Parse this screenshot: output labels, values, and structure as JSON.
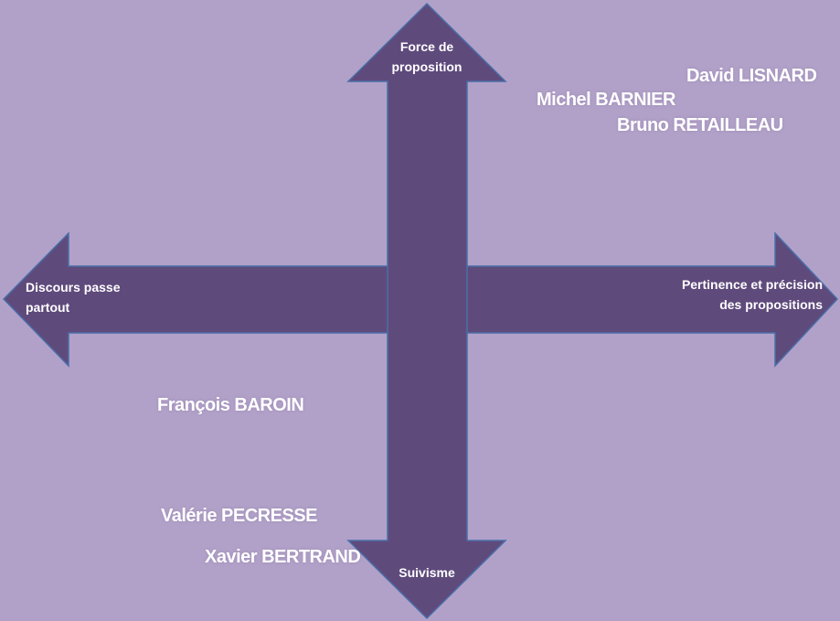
{
  "colors": {
    "background": "#b1a1c8",
    "arrow_fill": "#5f4a7c",
    "arrow_stroke": "#4a6ea8",
    "text": "#ffffff"
  },
  "axes": {
    "top": "Force de\nproposition",
    "bottom": "Suivisme",
    "left": "Discours passe\npartout",
    "right": "Pertinence et précision\ndes propositions"
  },
  "people": [
    "David LISNARD",
    "Michel BARNIER",
    "Bruno RETAILLEAU",
    "François BAROIN",
    "Valérie PECRESSE",
    "Xavier BERTRAND"
  ]
}
